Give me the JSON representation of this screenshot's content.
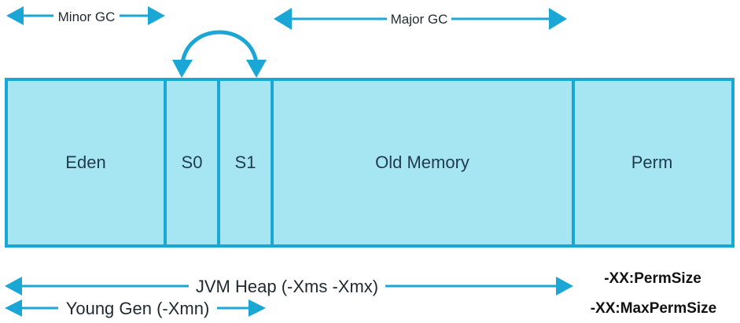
{
  "segments": {
    "eden": "Eden",
    "s0": "S0",
    "s1": "S1",
    "old": "Old Memory",
    "perm": "Perm"
  },
  "gc": {
    "minor": "Minor GC",
    "major": "Major GC"
  },
  "heap": {
    "jvm": "JVM Heap (-Xms -Xmx)",
    "young": "Young Gen (-Xmn)"
  },
  "perm_options": {
    "perm_size": "-XX:PermSize",
    "max_perm_size": "-XX:MaxPermSize"
  },
  "colors": {
    "fill": "#a6e6f3",
    "border": "#1aa7d6",
    "arrow": "#1aa7d6"
  }
}
